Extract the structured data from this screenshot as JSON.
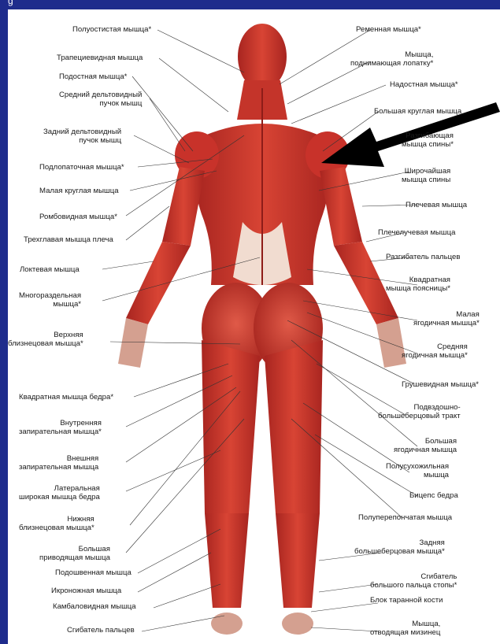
{
  "caption": "g",
  "colors": {
    "frame": "#1e2c8c",
    "muscle": "#c8322a",
    "muscle_dark": "#8e1c18",
    "tendon": "#f1dcd0",
    "arrow": "#000000"
  },
  "labels_left": [
    "Полуостистая мышца*",
    "Трапециевидная мышца",
    "Подостная мышца*",
    "Средний дельтовидный\nпучок мышц",
    "Задний дельтовидный\nпучок мышц",
    "Подлопаточная мышца*",
    "Малая круглая мышца",
    "Ромбовидная мышца*",
    "Трехглавая мышца плеча",
    "Локтевая мышца",
    "Многораздельная\nмышца*",
    "Верхняя\nблизнецовая мышца*",
    "Квадратная мышца бедра*",
    "Внутренняя\nзапирательная мышца*",
    "Внешняя\nзапирательная мышца",
    "Латеральная\nширокая мышца бедра",
    "Нижняя\nблизнецовая мышца*",
    "Большая\nприводящая мышца",
    "Подошвенная мышца",
    "Икроножная мышца",
    "Камбаловидная мышца",
    "Сгибатель пальцев"
  ],
  "labels_right": [
    "Ременная мышца*",
    "Мышца,\nподнимающая лопатку*",
    "Надостная мышца*",
    "Большая круглая мышца",
    "Разгибающая\nмышца спины*",
    "Широчайшая\nмышца спины",
    "Плечевая мышца",
    "Плечелучевая мышца",
    "Разгибатель пальцев",
    "Квадратная\nмышца поясницы*",
    "Малая\nягодичная мышца*",
    "Средняя\nягодичная мышца*",
    "Грушевидная мышца*",
    "Подвздошно-\nбольшеберцовый тракт",
    "Большая\nягодичная мышца",
    "Полусухожильная\nмышца",
    "Бицепс бедра",
    "Полуперепончатая мышца",
    "Задняя\nбольшеберцовая мышца*",
    "Сгибатель\nбольшого пальца стопы*",
    "Блок таранной кости",
    "Мышца,\nотводящая мизинец"
  ]
}
